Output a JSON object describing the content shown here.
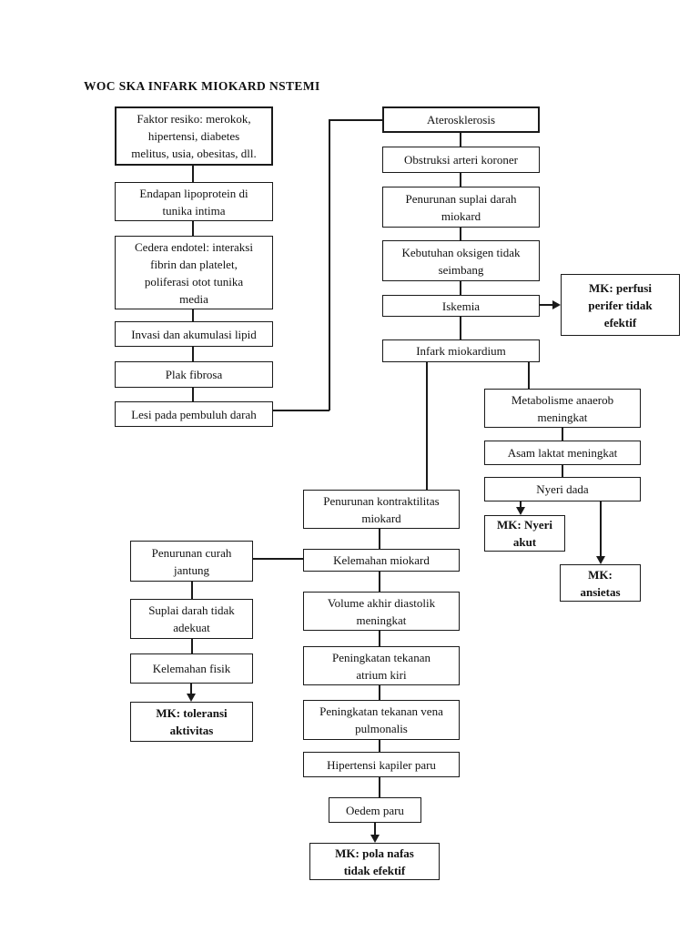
{
  "title": "WOC SKA INFARK MIOKARD NSTEMI",
  "colors": {
    "background": "#ffffff",
    "line": "#1a1a1a",
    "box_border": "#1a1a1a",
    "text": "#111111"
  },
  "diagram": {
    "type": "flowchart",
    "nodes": {
      "faktor_resiko": "Faktor resiko: merokok,\nhipertensi, diabetes\nmelitus, usia, obesitas, dll.",
      "endapan_lipoprotein": "Endapan lipoprotein di\ntunika intima",
      "cedera_endotel": "Cedera endotel: interaksi\nfibrin dan platelet,\npoliferasi otot tunika\nmedia",
      "invasi_lipid": "Invasi dan akumulasi lipid",
      "plak_fibrosa": "Plak fibrosa",
      "lesi_pembuluh": "Lesi pada pembuluh darah",
      "aterosklerosis": "Aterosklerosis",
      "obstruksi_arteri": "Obstruksi arteri koroner",
      "penurunan_suplai": "Penurunan suplai darah\nmiokard",
      "kebutuhan_oksigen": "Kebutuhan oksigen tidak\nseimbang",
      "iskemia": "Iskemia",
      "infark_miokardium": "Infark miokardium",
      "mk_perfusi": "MK: perfusi\nperifer tidak\nefektif",
      "metabolisme_anaerob": "Metabolisme anaerob\nmeningkat",
      "asam_laktat": "Asam laktat meningkat",
      "nyeri_dada": "Nyeri dada",
      "mk_nyeri_akut": "MK: Nyeri\nakut",
      "mk_ansietas": "MK:\nansietas",
      "penurunan_kontraktilitas": "Penurunan kontraktilitas\nmiokard",
      "kelemahan_miokard": "Kelemahan miokard",
      "volume_akhir": "Volume akhir diastolik\nmeningkat",
      "peningkatan_atrium": "Peningkatan tekanan\natrium kiri",
      "peningkatan_vena": "Peningkatan tekanan vena\npulmonalis",
      "hipertensi_kapiler": "Hipertensi kapiler paru",
      "oedem_paru": "Oedem paru",
      "mk_pola_nafas": "MK: pola nafas\ntidak efektif",
      "penurunan_curah": "Penurunan curah\njantung",
      "suplai_darah": "Suplai darah tidak\nadekuat",
      "kelemahan_fisik": "Kelemahan fisik",
      "mk_toleransi": "MK: toleransi\naktivitas"
    }
  }
}
